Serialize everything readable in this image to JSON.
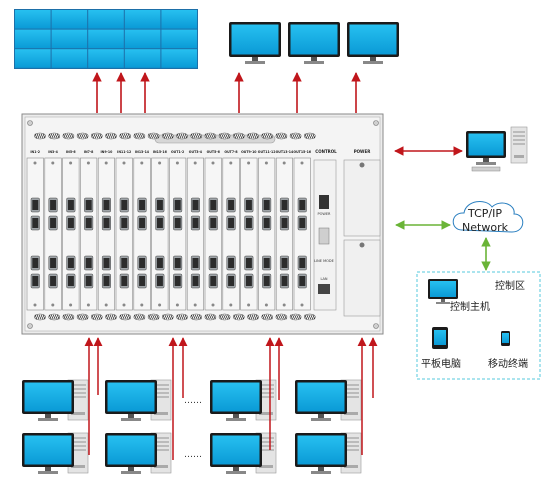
{
  "chassis": {
    "slot_labels": [
      "IN1-2",
      "IN3-4",
      "IN5-6",
      "IN7-8",
      "IN9-10",
      "IN11-12",
      "IN13-14",
      "IN15-16",
      "OUT1-2",
      "OUT3-4",
      "OUT5-6",
      "OUT7-8",
      "OUT9-10",
      "OUT11-12",
      "OUT13-14",
      "OUT15-16"
    ],
    "control_label": "CONTROL",
    "power_label": "POWER",
    "ctrl_port_labels": [
      "POWER",
      "LINE MODE",
      "LAN"
    ]
  },
  "network": {
    "line1": "TCP/IP",
    "line2": "Network"
  },
  "control_zone": {
    "title": "控制区",
    "host_label": "控制主机",
    "tablet_label": "平板电脑",
    "mobile_label": "移动终端"
  },
  "ellipsis": "……",
  "colors": {
    "arrow": "#c0161b",
    "screen": "#0aa6e0",
    "green": "#6ab437",
    "dashed": "#55c8dc",
    "chassis": "#e8e8e8"
  }
}
